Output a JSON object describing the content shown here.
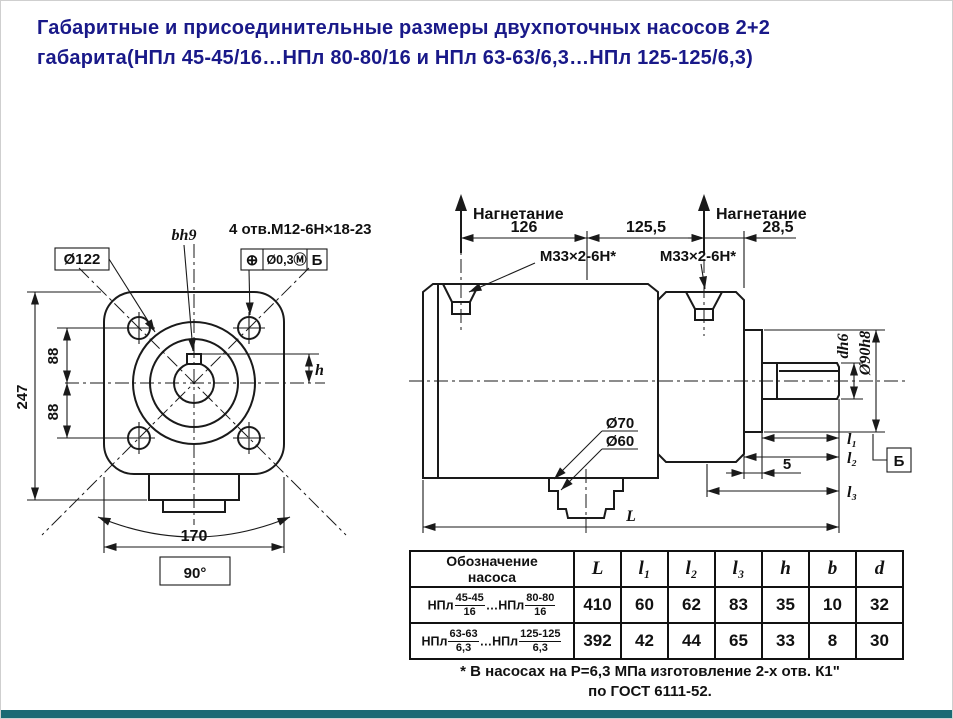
{
  "colors": {
    "title_text": "#191989",
    "taskbar": "#1b6a74",
    "ink": "#1a1a1a"
  },
  "title": {
    "line1": "Габаритные и присоединительные размеры двухпоточных насосов 2+2",
    "line2": "габарита(НПл 45-45/16…НПл 80-80/16  и НПл 63-63/6,3…НПл 125-125/6,3)"
  },
  "front_view": {
    "dia_label": "Ø122",
    "key_label": "bh9",
    "holes_note": "4 отв.М12-6Н×18-23",
    "tol_symbol": "⊕",
    "tol_value": "Ø0,3",
    "tol_modifier": "Ⓜ",
    "tol_datum": "Б",
    "dim_top": "88",
    "dim_bottom": "88",
    "dim_height": "247",
    "dim_h": "h",
    "dim_width": "170",
    "dim_angle": "90°"
  },
  "side_view": {
    "discharge_left": "Нагнетание",
    "discharge_right": "Нагнетание",
    "dim_126": "126",
    "dim_125_5": "125,5",
    "dim_28_5": "28,5",
    "thread_left": "М33×2-6Н*",
    "thread_right": "М33×2-6Н*",
    "dia_70": "Ø70",
    "dia_60": "Ø60",
    "shaft_dia": "dh6",
    "hub_dia": "Ø90h8",
    "dim_l1": "l₁",
    "dim_l2": "l₂",
    "dim_5": "5",
    "dim_l3": "l₃",
    "datum": "Б",
    "dim_L": "L"
  },
  "table": {
    "header_name": [
      "Обозначение",
      "насоса"
    ],
    "columns": [
      "L",
      "l₁",
      "l₂",
      "l₃",
      "h",
      "b",
      "d"
    ],
    "rows": [
      {
        "name": {
          "prefix": "НПл",
          "f1n": "45-45",
          "f1d": "16",
          "mid": "…НПл",
          "f2n": "80-80",
          "f2d": "16"
        },
        "values": [
          "410",
          "60",
          "62",
          "83",
          "35",
          "10",
          "32"
        ]
      },
      {
        "name": {
          "prefix": "НПл",
          "f1n": "63-63",
          "f1d": "6,3",
          "mid": "…НПл",
          "f2n": "125-125",
          "f2d": "6,3"
        },
        "values": [
          "392",
          "42",
          "44",
          "65",
          "33",
          "8",
          "30"
        ]
      }
    ]
  },
  "footnote": {
    "line1": "* В насосах на Р=6,3 МПа изготовление 2-х отв. К1\"",
    "line2": "по ГОСТ 6111-52."
  }
}
